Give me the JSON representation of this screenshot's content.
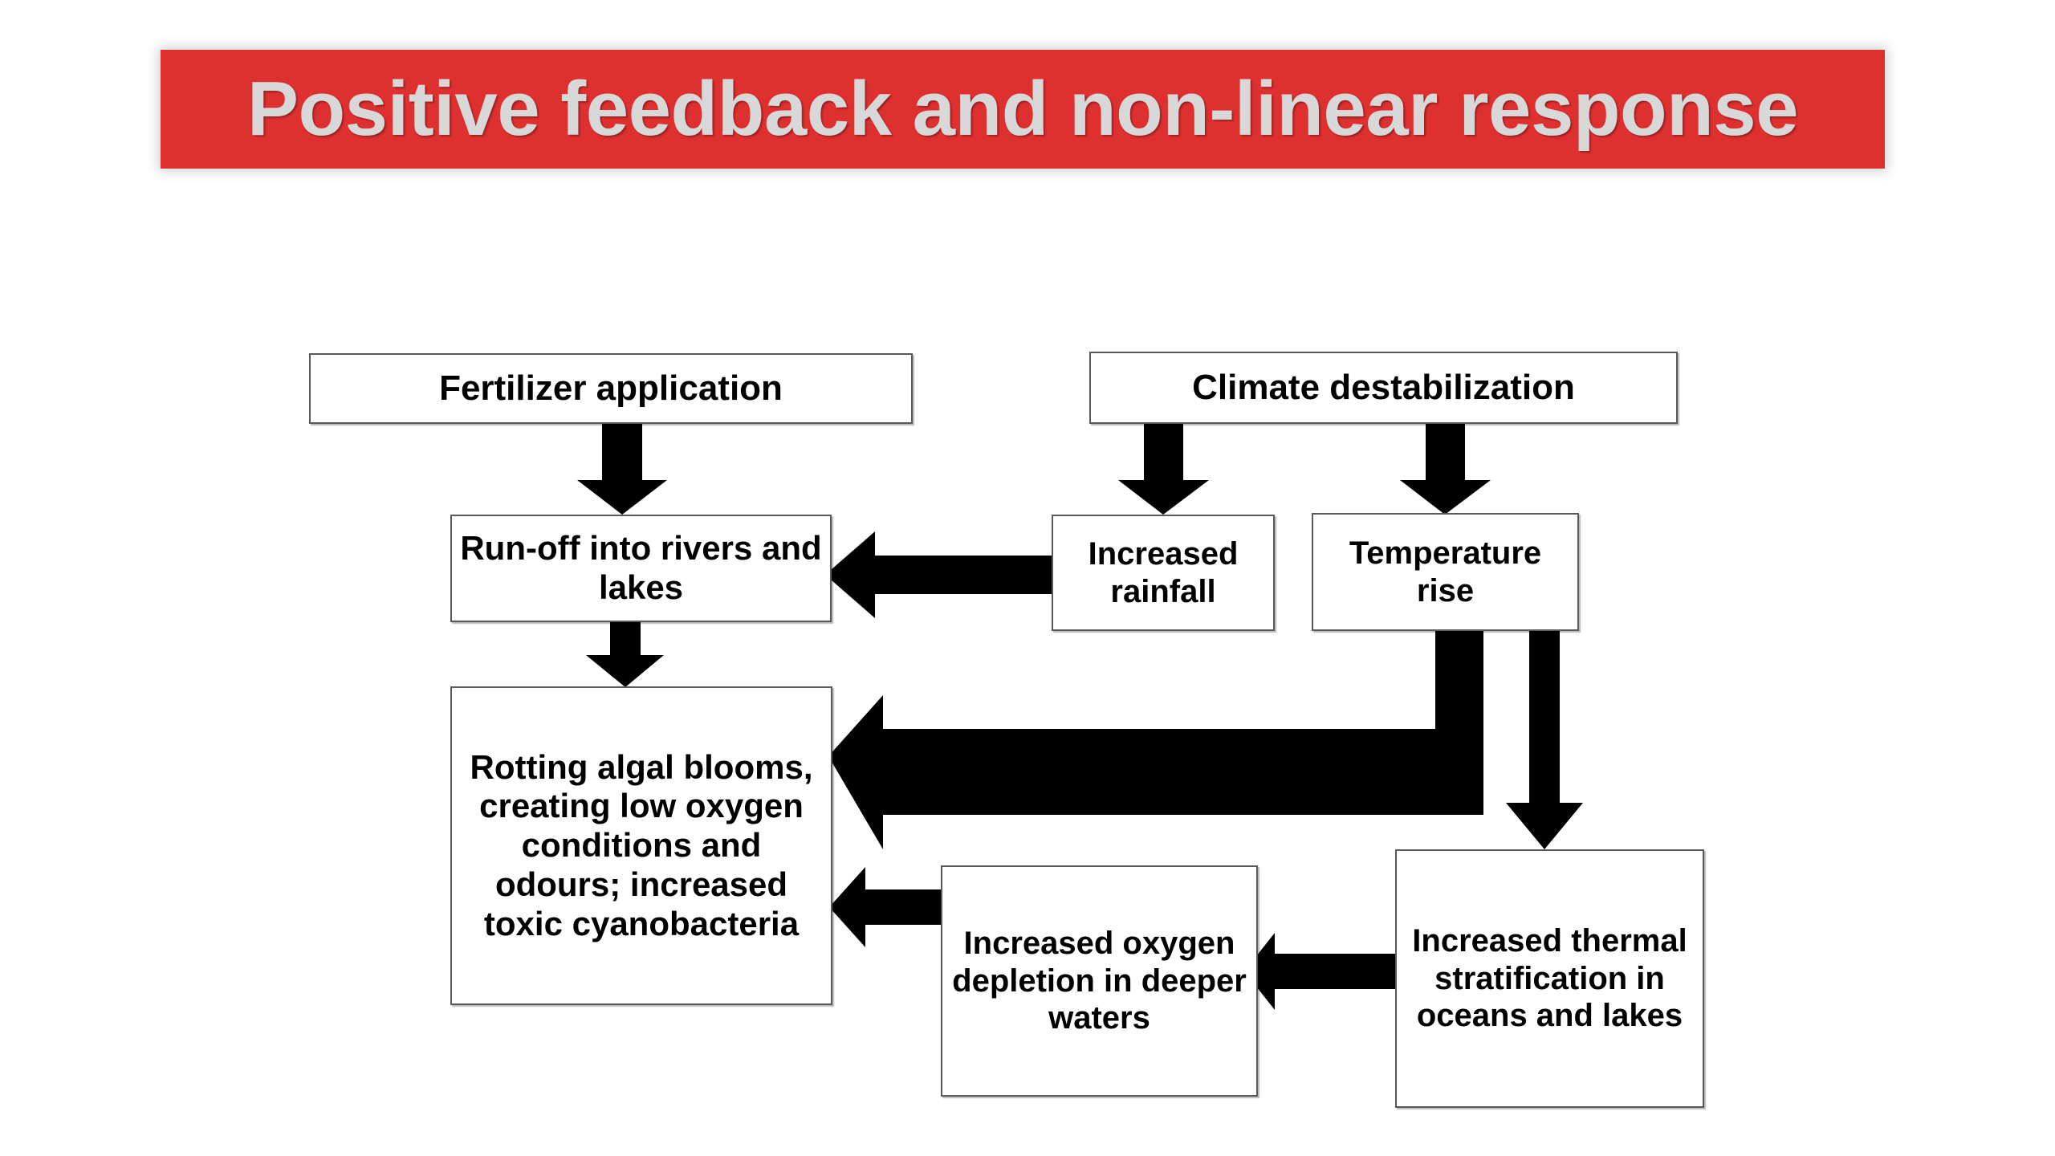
{
  "slide": {
    "background_color": "#FFFFFF",
    "title": {
      "text": "Positive feedback and non-linear response",
      "banner_color": "#DF3030",
      "text_color": "#D8D8D8"
    }
  },
  "diagram": {
    "type": "flowchart",
    "node_fill": "#FFFFFF",
    "node_border_color": "#595959",
    "arrow_color": "#000000",
    "nodes": [
      {
        "id": "fertilizer",
        "label": "Fertilizer application"
      },
      {
        "id": "climate",
        "label": "Climate destabilization"
      },
      {
        "id": "runoff",
        "label": "Run-off into rivers and lakes"
      },
      {
        "id": "rainfall",
        "label": "Increased rainfall"
      },
      {
        "id": "temperature",
        "label": "Temperature rise"
      },
      {
        "id": "algal",
        "label": "Rotting algal blooms, creating low oxygen conditions and odours; increased toxic cyanobacteria"
      },
      {
        "id": "oxygen",
        "label": "Increased oxygen depletion in deeper waters"
      },
      {
        "id": "stratification",
        "label": "Increased thermal stratification in oceans and lakes"
      }
    ],
    "edges": [
      {
        "id": "fertilizer-to-runoff",
        "from": "fertilizer",
        "to": "runoff",
        "direction": "down"
      },
      {
        "id": "climate-to-rainfall",
        "from": "climate",
        "to": "rainfall",
        "direction": "down"
      },
      {
        "id": "climate-to-temperature",
        "from": "climate",
        "to": "temperature",
        "direction": "down"
      },
      {
        "id": "rainfall-to-runoff",
        "from": "rainfall",
        "to": "runoff",
        "direction": "left"
      },
      {
        "id": "runoff-to-algal",
        "from": "runoff",
        "to": "algal",
        "direction": "down"
      },
      {
        "id": "temperature-to-algal",
        "from": "temperature",
        "to": "algal",
        "direction": "elbow-down-left"
      },
      {
        "id": "temperature-to-stratification",
        "from": "temperature",
        "to": "stratification",
        "direction": "down"
      },
      {
        "id": "stratification-to-oxygen",
        "from": "stratification",
        "to": "oxygen",
        "direction": "left"
      },
      {
        "id": "oxygen-to-algal",
        "from": "oxygen",
        "to": "algal",
        "direction": "left"
      }
    ]
  }
}
